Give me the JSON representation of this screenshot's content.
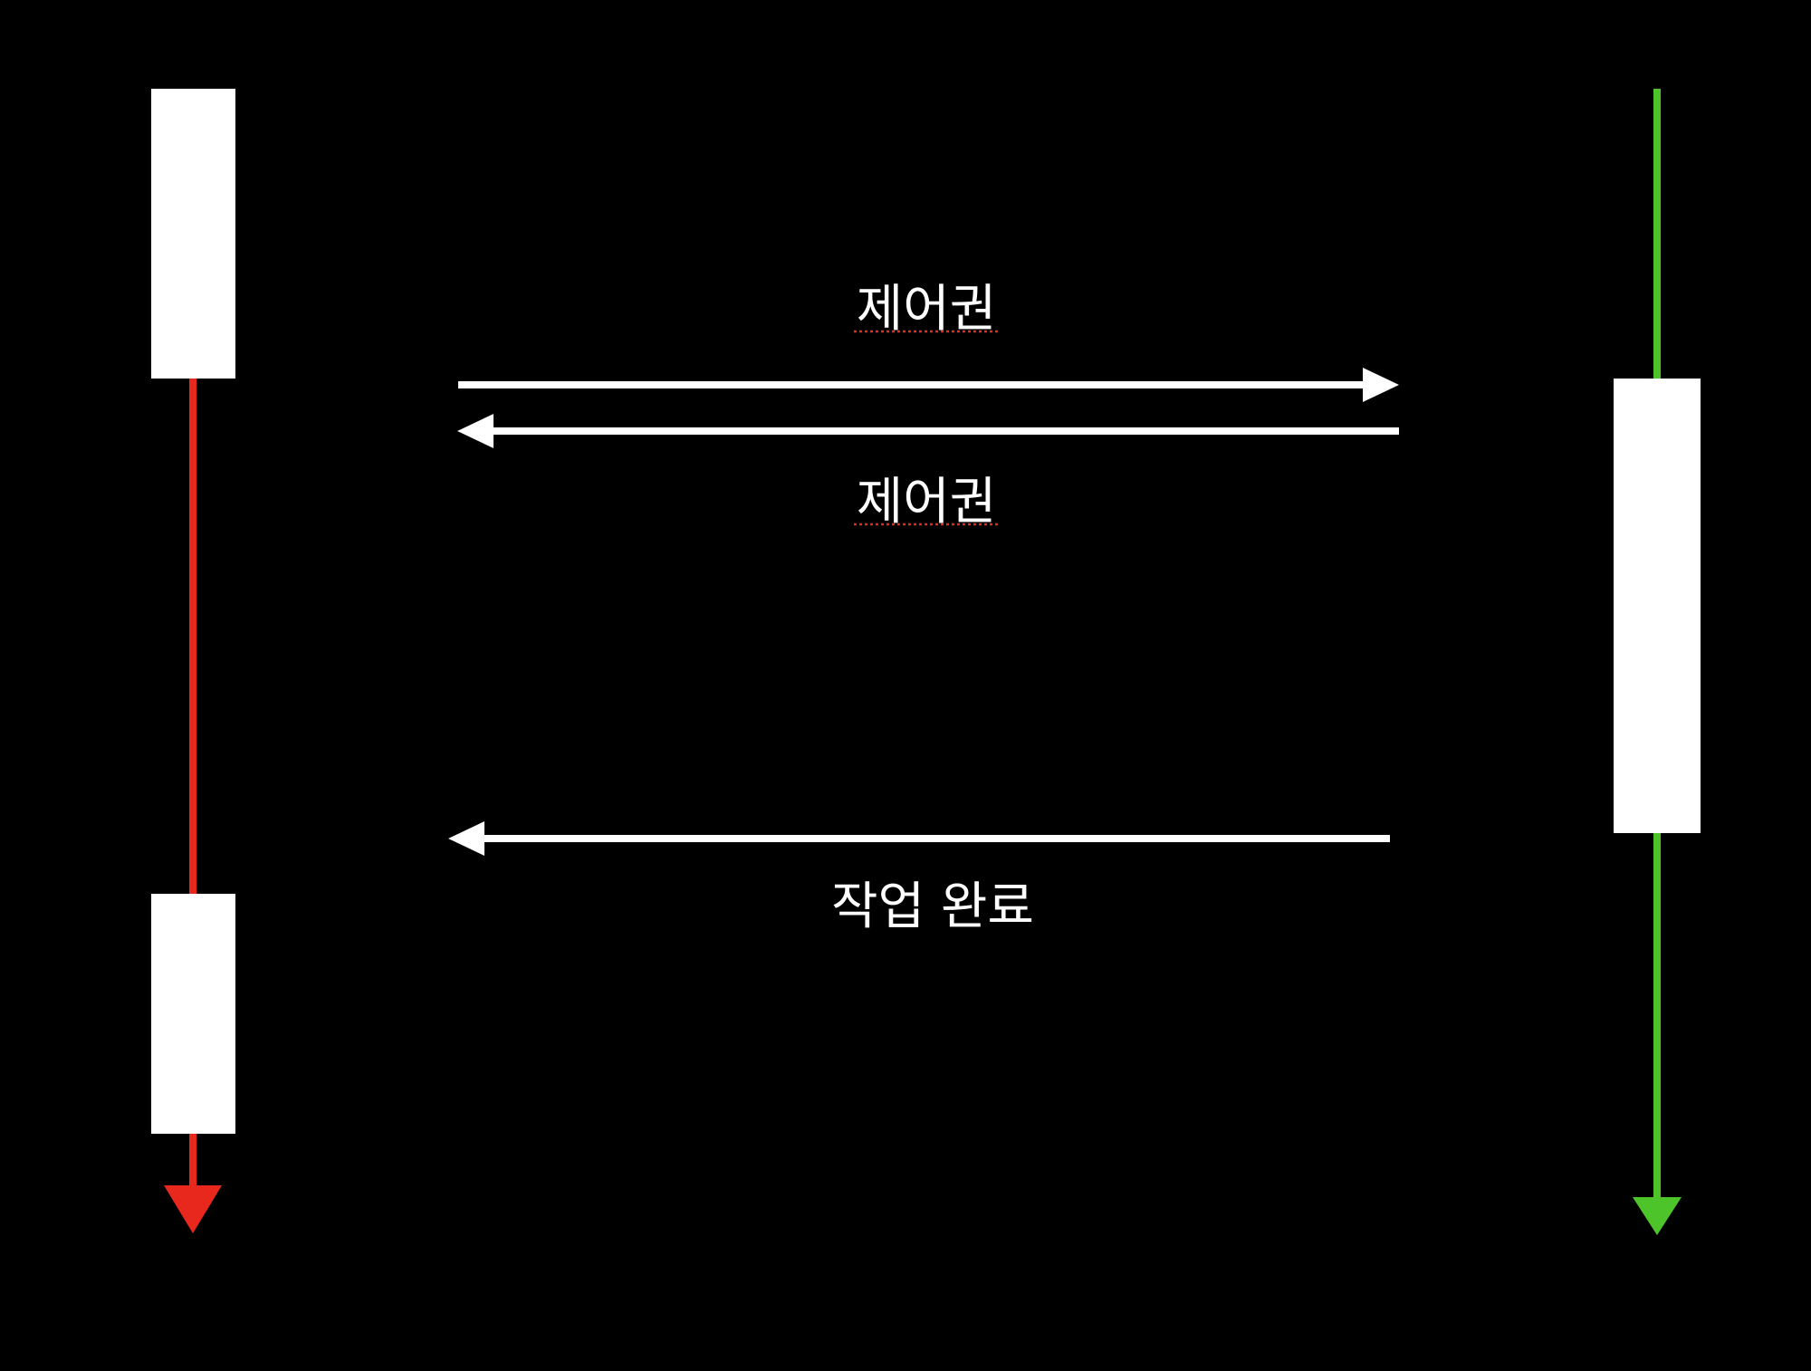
{
  "colors": {
    "background": "#000000",
    "left_lifeline": "#e8281c",
    "right_lifeline": "#4ec42b",
    "activation": "#ffffff",
    "message": "#ffffff",
    "spellcheck_underline": "#e8281c"
  },
  "messages": [
    {
      "label": "제어권",
      "direction": "left-to-right",
      "spellcheck_underline": true
    },
    {
      "label": "제어권",
      "direction": "right-to-left",
      "spellcheck_underline": true
    },
    {
      "label": "작업 완료",
      "direction": "right-to-left",
      "spellcheck_underline": false
    }
  ]
}
